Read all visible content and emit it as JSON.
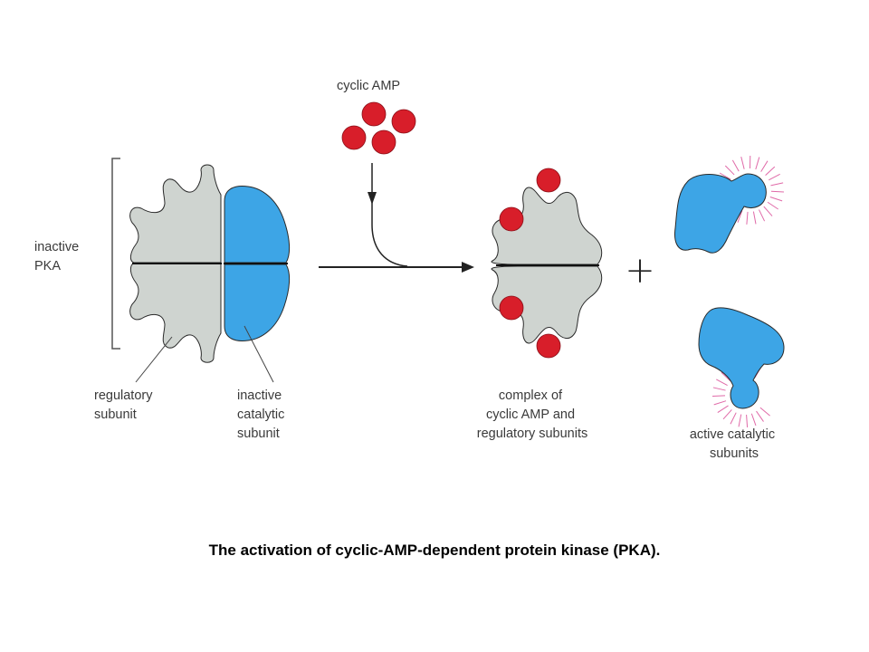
{
  "labels": {
    "cyclic_amp": "cyclic AMP",
    "inactive_pka": [
      "inactive",
      "PKA"
    ],
    "regulatory_subunit": [
      "regulatory",
      "subunit"
    ],
    "inactive_catalytic_subunit": [
      "inactive",
      "catalytic",
      "subunit"
    ],
    "complex": [
      "complex of",
      "cyclic AMP and",
      "regulatory subunits"
    ],
    "active_catalytic_subunits": [
      "active catalytic",
      "subunits"
    ],
    "plus": "+"
  },
  "caption": "The activation of cyclic-AMP-dependent protein kinase (PKA).",
  "colors": {
    "regulatory": "#cfd4d0",
    "catalytic": "#3da5e6",
    "camp": "#d81e2a",
    "glow": "#e06aa8",
    "outline": "#2a2a2a"
  }
}
